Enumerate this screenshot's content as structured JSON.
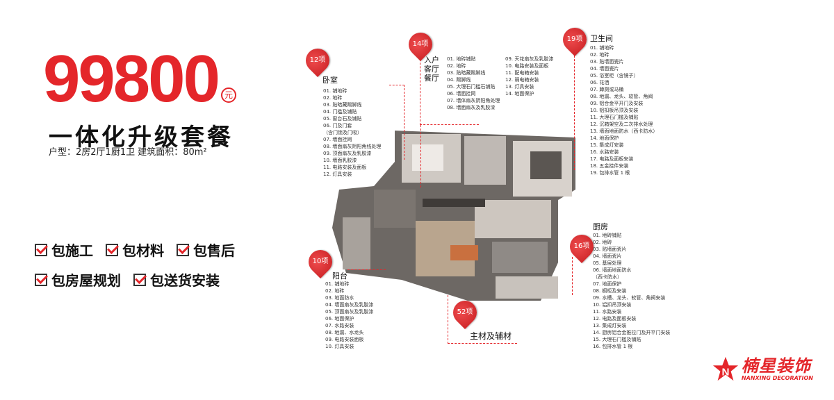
{
  "price": {
    "value": "99800",
    "unit": "元"
  },
  "package_title": "一体化升级套餐",
  "house_info": "户型：2房2厅1厨1卫 建筑面积：80m²",
  "features": [
    [
      "包施工",
      "包材料",
      "包售后"
    ],
    [
      "包房屋规划",
      "包送货安装"
    ]
  ],
  "sections": {
    "bedroom": {
      "pin": "12项",
      "title": "卧室",
      "items": [
        "01. 铺地砖",
        "02. 地砖",
        "03. 贴暗藏踢脚线",
        "04. 门槛及铺贴",
        "05. 窗台石及铺贴",
        "06. 门及门套",
        "（含门锁及门吸）",
        "07. 墙面挂网",
        "08. 墙面扇灰阴阳角线处理",
        "09. 顶面扇灰及乳胶漆",
        "10. 墙面乳胶漆",
        "11. 电路安装及面板",
        "12. 灯具安装"
      ]
    },
    "living": {
      "pin": "14项",
      "title_lines": [
        "入户",
        "客厅",
        "餐厅"
      ],
      "items_a": [
        "01. 地砖铺贴",
        "02. 地砖",
        "03. 贴暗藏踢脚线",
        "04. 踢脚线",
        "05. 大理石门槛石铺贴",
        "06. 墙面挂网",
        "07. 墙体扇灰阴阳角处理",
        "08. 墙面扇灰及乳胶漆"
      ],
      "items_b": [
        "09. 天花扇灰及乳胶漆",
        "10. 电路安装及面板",
        "11. 配电箱安装",
        "12. 弱电箱安装",
        "13. 灯具安装",
        "14. 地面保护"
      ]
    },
    "bathroom": {
      "pin": "19项",
      "title": "卫生间",
      "items": [
        "01. 铺地砖",
        "02. 地砖",
        "03. 贴墙面瓷片",
        "04. 墙面瓷片",
        "05. 浴室柜（含镜子）",
        "06. 花洒",
        "07. 蹲厕或马桶",
        "08. 地漏、龙头、软管、角阀",
        "09. 铝合金平开门及安装",
        "10. 铝扣板吊顶及安装",
        "11. 大理石门槛及铺贴",
        "12. 沉箱架空及二次排水处理",
        "13. 墙面地面防水（西卡防水）",
        "14. 地面保护",
        "15. 集成灯安装",
        "16. 水路安装",
        "17. 电路及面板安装",
        "18. 五金挂件安装",
        "19. 包排水管 1 根"
      ]
    },
    "kitchen": {
      "pin": "16项",
      "title": "厨房",
      "items": [
        "01. 地砖铺贴",
        "02. 地砖",
        "03. 贴墙面瓷片",
        "04. 墙面瓷片",
        "05. 基层处理",
        "06. 墙面地面防水",
        "（西卡防水）",
        "07. 地面保护",
        "08. 橱柜及安装",
        "09. 水槽、龙头、软管、角阀安装",
        "10. 铝扣吊顶安装",
        "11. 水路安装",
        "12. 电路及面板安装",
        "13. 集成灯安装",
        "14. 厨房铝合金推拉门及开平门安装",
        "15. 大理石门槛及铺贴",
        "16. 包排水管 1 根"
      ]
    },
    "balcony": {
      "pin": "10项",
      "title": "阳台",
      "items": [
        "01. 铺地砖",
        "02. 地砖",
        "03. 地面防水",
        "04. 墙面扇灰及乳胶漆",
        "05. 顶面扇灰及乳胶漆",
        "06. 地面保护",
        "07. 水路安装",
        "08. 地漏、水龙头",
        "09. 电路安装面板",
        "10. 灯具安装"
      ]
    },
    "materials": {
      "pin": "52项",
      "title": "主材及辅材"
    }
  },
  "logo": {
    "cn": "楠星装饰",
    "en": "NANXING DECORATION"
  },
  "colors": {
    "accent": "#e4262a"
  }
}
